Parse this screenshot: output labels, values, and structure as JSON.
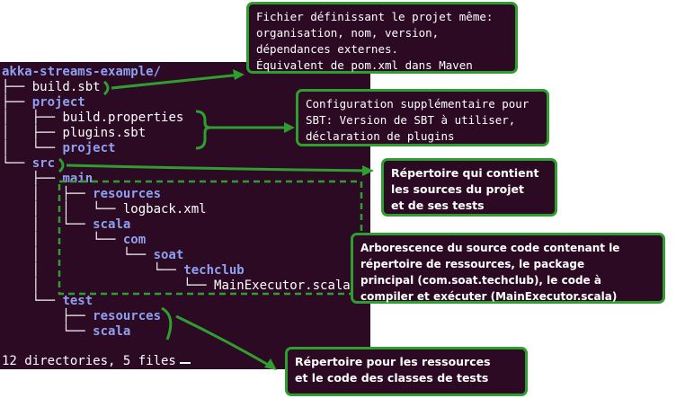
{
  "tree": {
    "root": "akka-streams-example/",
    "lines": [
      {
        "prefix": "├── ",
        "name": "build.sbt",
        "dir": false
      },
      {
        "prefix": "├── ",
        "name": "project",
        "dir": true
      },
      {
        "prefix": "│   ├── ",
        "name": "build.properties",
        "dir": false
      },
      {
        "prefix": "│   ├── ",
        "name": "plugins.sbt",
        "dir": false
      },
      {
        "prefix": "│   └── ",
        "name": "project",
        "dir": true
      },
      {
        "prefix": "└── ",
        "name": "src",
        "dir": true
      },
      {
        "prefix": "    ├── ",
        "name": "main",
        "dir": true
      },
      {
        "prefix": "    │   ├── ",
        "name": "resources",
        "dir": true
      },
      {
        "prefix": "    │   │   └── ",
        "name": "logback.xml",
        "dir": false
      },
      {
        "prefix": "    │   └── ",
        "name": "scala",
        "dir": true
      },
      {
        "prefix": "    │       └── ",
        "name": "com",
        "dir": true
      },
      {
        "prefix": "    │           └── ",
        "name": "soat",
        "dir": true
      },
      {
        "prefix": "    │               └── ",
        "name": "techclub",
        "dir": true
      },
      {
        "prefix": "    │                   └── ",
        "name": "MainExecutor.scala",
        "dir": false
      },
      {
        "prefix": "    └── ",
        "name": "test",
        "dir": true
      },
      {
        "prefix": "        ├── ",
        "name": "resources",
        "dir": true
      },
      {
        "prefix": "        └── ",
        "name": "scala",
        "dir": true
      }
    ],
    "summary": "12 directories, 5 files"
  },
  "callouts": {
    "build_sbt": {
      "lines": [
        "Fichier définissant le projet même:",
        "organisation, nom, version,",
        "dépendances externes.",
        "Équivalent de pom.xml dans Maven"
      ]
    },
    "project": {
      "lines": [
        "Configuration supplémentaire pour",
        "SBT: Version de SBT à utiliser,",
        "déclaration de plugins"
      ]
    },
    "src": {
      "lines": [
        "Répertoire qui contient",
        "les sources du projet",
        "et de ses tests"
      ]
    },
    "main": {
      "lines": [
        "Arborescence du source code contenant le",
        "répertoire de ressources, le package",
        "principal (com.soat.techclub), le code à",
        "compiler et exécuter (MainExecutor.scala)"
      ]
    },
    "test": {
      "lines": [
        "Répertoire pour les ressources",
        "et le code des classes de tests"
      ]
    }
  },
  "colors": {
    "terminal_bg": "#2c0a24",
    "directory_text": "#8ea0f0",
    "file_text": "#ffffff",
    "annotation_green": "#2e9f2e"
  }
}
